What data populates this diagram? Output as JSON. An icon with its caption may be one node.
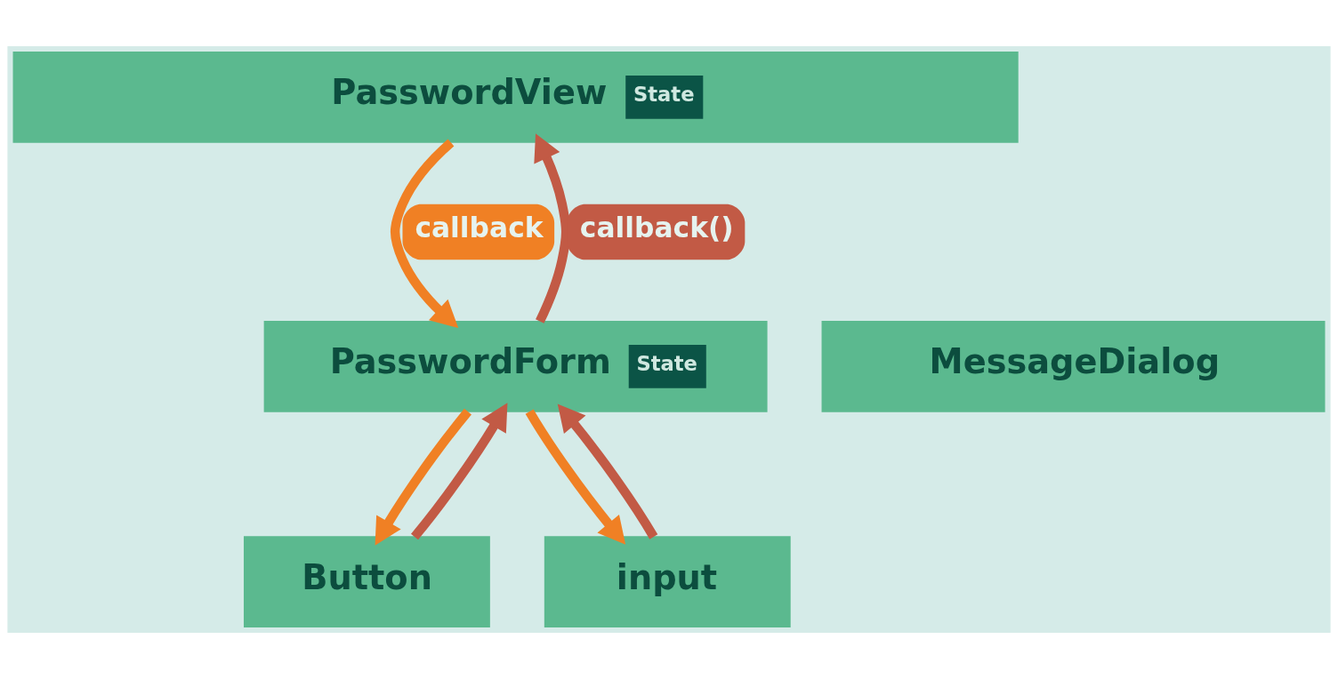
{
  "diagram": {
    "nodes": [
      {
        "text": [
          "PasswordView",
          "State"
        ]
      },
      {
        "text": [
          "PasswordForm",
          "State"
        ]
      },
      {
        "text": [
          "MessageDialog"
        ]
      },
      {
        "text": [
          "Button"
        ]
      },
      {
        "text": [
          "input"
        ]
      }
    ],
    "edges": [
      {
        "from": 0,
        "to": 1,
        "arrow": "to",
        "label": "callback",
        "color": "#f08024"
      },
      {
        "from": 1,
        "to": 0,
        "arrow": "to",
        "label": "callback()",
        "color": "#c25a45"
      },
      {
        "from": 1,
        "to": 3,
        "arrow": "to",
        "color": "#f08024"
      },
      {
        "from": 3,
        "to": 1,
        "arrow": "to",
        "color": "#c25a45"
      },
      {
        "from": 1,
        "to": 4,
        "arrow": "to",
        "color": "#f08024"
      },
      {
        "from": 4,
        "to": 1,
        "arrow": "to",
        "color": "#c25a45"
      }
    ]
  }
}
